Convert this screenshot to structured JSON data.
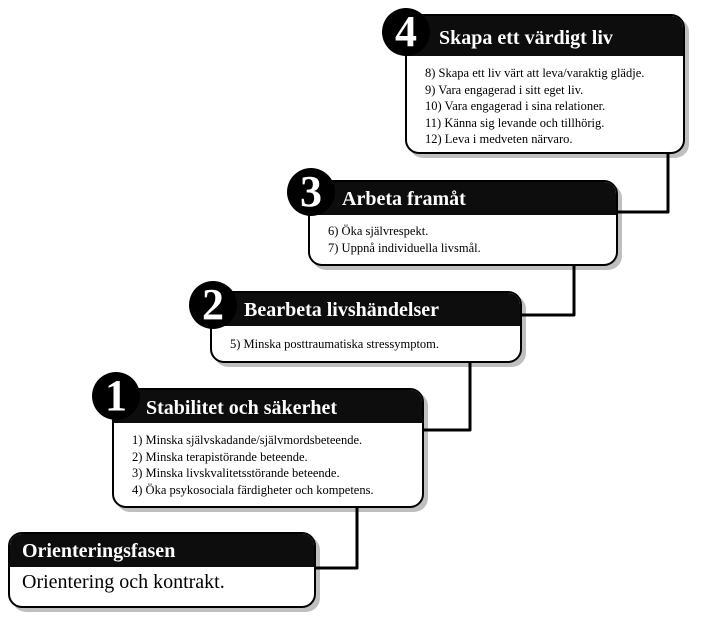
{
  "stages": [
    {
      "number": "4",
      "title": "Skapa ett värdigt liv",
      "items": [
        "8) Skapa ett liv värt att leva/varaktig glädje.",
        "9) Vara engagerad i sitt eget liv.",
        "10) Vara engagerad i sina relationer.",
        "11) Känna sig levande och tillhörig.",
        "12) Leva i medveten närvaro."
      ]
    },
    {
      "number": "3",
      "title": "Arbeta framåt",
      "items": [
        "6) Öka självrespekt.",
        "7) Uppnå individuella livsmål."
      ]
    },
    {
      "number": "2",
      "title": "Bearbeta livshändelser",
      "items": [
        "5) Minska posttraumatiska stressymptom."
      ]
    },
    {
      "number": "1",
      "title": "Stabilitet och säkerhet",
      "items": [
        "1) Minska självskadande/självmordsbeteende.",
        "2) Minska terapistörande beteende.",
        "3) Minska livskvalitetsstörande beteende.",
        "4) Öka psykosociala färdigheter och kompetens."
      ]
    }
  ],
  "orientation": {
    "title": "Orienteringsfasen",
    "body": "Orientering och kontrakt."
  },
  "colors": {
    "header_bg": "#0d0d0d",
    "header_text": "#ffffff",
    "box_border": "#000000",
    "number_badge": "#000000"
  }
}
